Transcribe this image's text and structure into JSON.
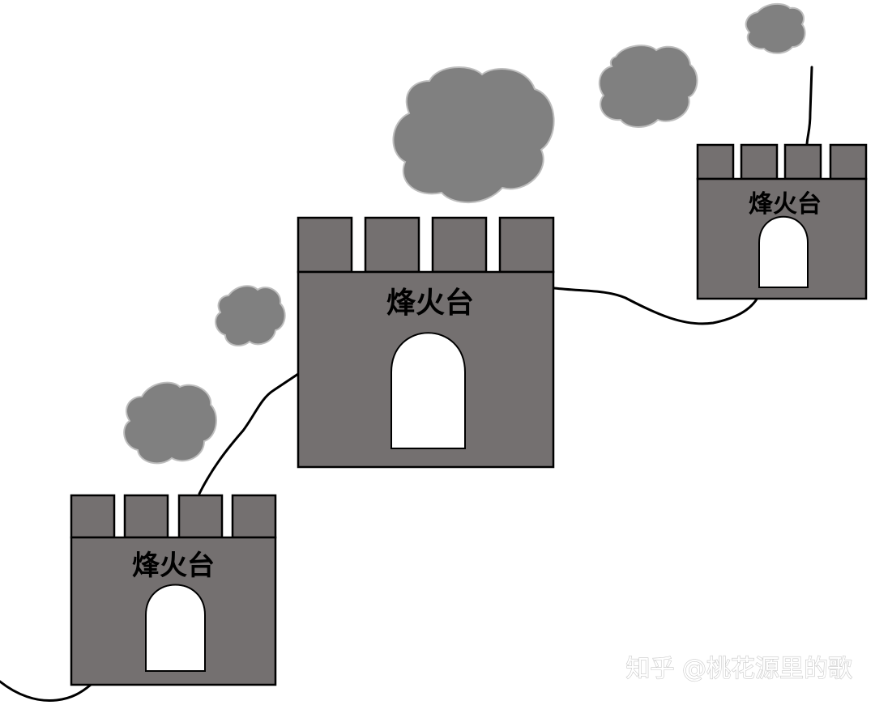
{
  "towers": [
    {
      "label": "烽火台"
    },
    {
      "label": "烽火台"
    },
    {
      "label": "烽火台"
    }
  ],
  "watermark": "知乎 @桃花源里的歌",
  "colors": {
    "tower_fill": "#747070",
    "smoke_fill": "#808080",
    "smoke_edge": "#bdbdbd",
    "outline": "#000000",
    "background": "#ffffff"
  }
}
